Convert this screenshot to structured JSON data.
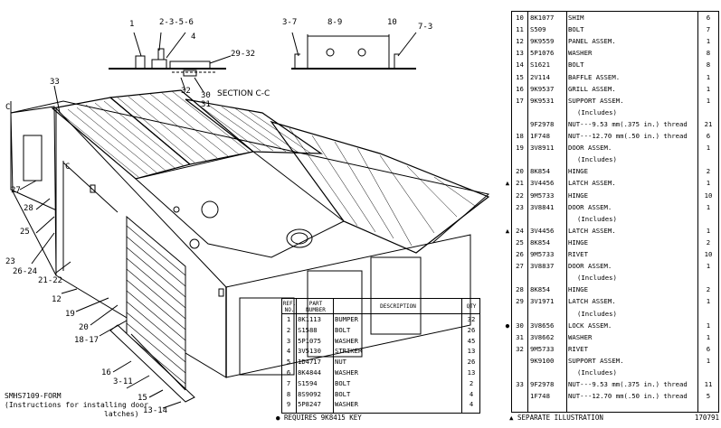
{
  "section_label": "SECTION C-C",
  "callouts": {
    "c1": "1",
    "c2": "2-3-5-6",
    "c4": "4",
    "c2932": "29-32",
    "c32": "32",
    "c30": "30",
    "c31": "31",
    "c37a": "3-7",
    "c89": "8-9",
    "c10": "10",
    "c73": "7-3",
    "c33": "33",
    "cC1": "C",
    "cC2": "C",
    "c27": "27",
    "c28": "28",
    "c25": "25",
    "c23": "23",
    "c2624": "26-24",
    "c2122": "21-22",
    "c12": "12",
    "c19": "19",
    "c20": "20",
    "c1817": "18-17",
    "c16": "16",
    "c311": "3-11",
    "c15": "15",
    "c1314": "13-14"
  },
  "form_note": {
    "line1": "SMHS7109-FORM",
    "line2": "(Instructions for installing door",
    "line3": "latches)"
  },
  "bottom_table": {
    "headers": {
      "ref": "REF. NO.",
      "part": "PART NUMBER",
      "desc": "DESCRIPTION",
      "qty": "QTY"
    },
    "rows": [
      {
        "ref": "1",
        "part": "8K1113",
        "desc": "BUMPER",
        "qty": "32"
      },
      {
        "ref": "2",
        "part": "S1588",
        "desc": "BOLT",
        "qty": "26"
      },
      {
        "ref": "3",
        "part": "5P1075",
        "desc": "WASHER",
        "qty": "45"
      },
      {
        "ref": "4",
        "part": "3V5130",
        "desc": "STRIKER",
        "qty": "13"
      },
      {
        "ref": "5",
        "part": "1D4717",
        "desc": "NUT",
        "qty": "26"
      },
      {
        "ref": "6",
        "part": "8K4844",
        "desc": "WASHER",
        "qty": "13"
      },
      {
        "ref": "7",
        "part": "S1594",
        "desc": "BOLT",
        "qty": "2"
      },
      {
        "ref": "8",
        "part": "8S9092",
        "desc": "BOLT",
        "qty": "4"
      },
      {
        "ref": "9",
        "part": "5P8247",
        "desc": "WASHER",
        "qty": "4"
      }
    ],
    "note": "● REQUIRES 9K8415 KEY"
  },
  "right_table": {
    "rows": [
      {
        "mark": "",
        "ref": "10",
        "part": "8K1077",
        "desc": "SHIM",
        "qty": "6"
      },
      {
        "mark": "",
        "ref": "11",
        "part": "S509",
        "desc": "BOLT",
        "qty": "7"
      },
      {
        "mark": "",
        "ref": "12",
        "part": "9K9559",
        "desc": "PANEL ASSEM.",
        "qty": "1"
      },
      {
        "mark": "",
        "ref": "13",
        "part": "5P1076",
        "desc": "WASHER",
        "qty": "8"
      },
      {
        "mark": "",
        "ref": "14",
        "part": "S1621",
        "desc": "BOLT",
        "qty": "8"
      },
      {
        "mark": "",
        "ref": "15",
        "part": "2V114",
        "desc": "BAFFLE ASSEM.",
        "qty": "1"
      },
      {
        "mark": "",
        "ref": "16",
        "part": "9K9537",
        "desc": "GRILL ASSEM.",
        "qty": "1"
      },
      {
        "mark": "",
        "ref": "17",
        "part": "9K9531",
        "desc": "SUPPORT ASSEM.",
        "qty": "1"
      },
      {
        "mark": "",
        "ref": "",
        "part": "",
        "desc": "(Includes)",
        "qty": ""
      },
      {
        "mark": "",
        "ref": "",
        "part": "9F2978",
        "desc": "NUT---9.53 mm(.375 in.) thread",
        "qty": "21"
      },
      {
        "mark": "",
        "ref": "18",
        "part": "1F748",
        "desc": "NUT---12.70 mm(.50 in.) thread",
        "qty": "6"
      },
      {
        "mark": "",
        "ref": "19",
        "part": "3V8911",
        "desc": "DOOR ASSEM.",
        "qty": "1"
      },
      {
        "mark": "",
        "ref": "",
        "part": "",
        "desc": "(Includes)",
        "qty": ""
      },
      {
        "mark": "",
        "ref": "20",
        "part": "8K854",
        "desc": "HINGE",
        "qty": "2"
      },
      {
        "mark": "▲",
        "ref": "21",
        "part": "3V4456",
        "desc": "LATCH ASSEM.",
        "qty": "1"
      },
      {
        "mark": "",
        "ref": "22",
        "part": "9M5733",
        "desc": "HINGE",
        "qty": "10"
      },
      {
        "mark": "",
        "ref": "23",
        "part": "3V8841",
        "desc": "DOOR ASSEM.",
        "qty": "1"
      },
      {
        "mark": "",
        "ref": "",
        "part": "",
        "desc": "(Includes)",
        "qty": ""
      },
      {
        "mark": "▲",
        "ref": "24",
        "part": "3V4456",
        "desc": "LATCH ASSEM.",
        "qty": "1"
      },
      {
        "mark": "",
        "ref": "25",
        "part": "8K854",
        "desc": "HINGE",
        "qty": "2"
      },
      {
        "mark": "",
        "ref": "26",
        "part": "9M5733",
        "desc": "RIVET",
        "qty": "10"
      },
      {
        "mark": "",
        "ref": "27",
        "part": "3V8837",
        "desc": "DOOR ASSEM.",
        "qty": "1"
      },
      {
        "mark": "",
        "ref": "",
        "part": "",
        "desc": "(Includes)",
        "qty": ""
      },
      {
        "mark": "",
        "ref": "28",
        "part": "8K854",
        "desc": "HINGE",
        "qty": "2"
      },
      {
        "mark": "",
        "ref": "29",
        "part": "3V1971",
        "desc": "LATCH ASSEM.",
        "qty": "1"
      },
      {
        "mark": "",
        "ref": "",
        "part": "",
        "desc": "(Includes)",
        "qty": ""
      },
      {
        "mark": "●",
        "ref": "30",
        "part": "3V8656",
        "desc": "LOCK ASSEM.",
        "qty": "1"
      },
      {
        "mark": "",
        "ref": "31",
        "part": "3V8662",
        "desc": "WASHER",
        "qty": "1"
      },
      {
        "mark": "",
        "ref": "32",
        "part": "9M5733",
        "desc": "RIVET",
        "qty": "6"
      },
      {
        "mark": "",
        "ref": "",
        "part": "9K9100",
        "desc": "SUPPORT ASSEM.",
        "qty": "1"
      },
      {
        "mark": "",
        "ref": "",
        "part": "",
        "desc": "(Includes)",
        "qty": ""
      },
      {
        "mark": "",
        "ref": "33",
        "part": "9F2978",
        "desc": "NUT---9.53 mm(.375 in.) thread",
        "qty": "11"
      },
      {
        "mark": "",
        "ref": "",
        "part": "1F748",
        "desc": "NUT---12.70 mm(.50 in.) thread",
        "qty": "5"
      }
    ],
    "footer_left": "▲ SEPARATE ILLUSTRATION",
    "footer_right": "170791"
  }
}
